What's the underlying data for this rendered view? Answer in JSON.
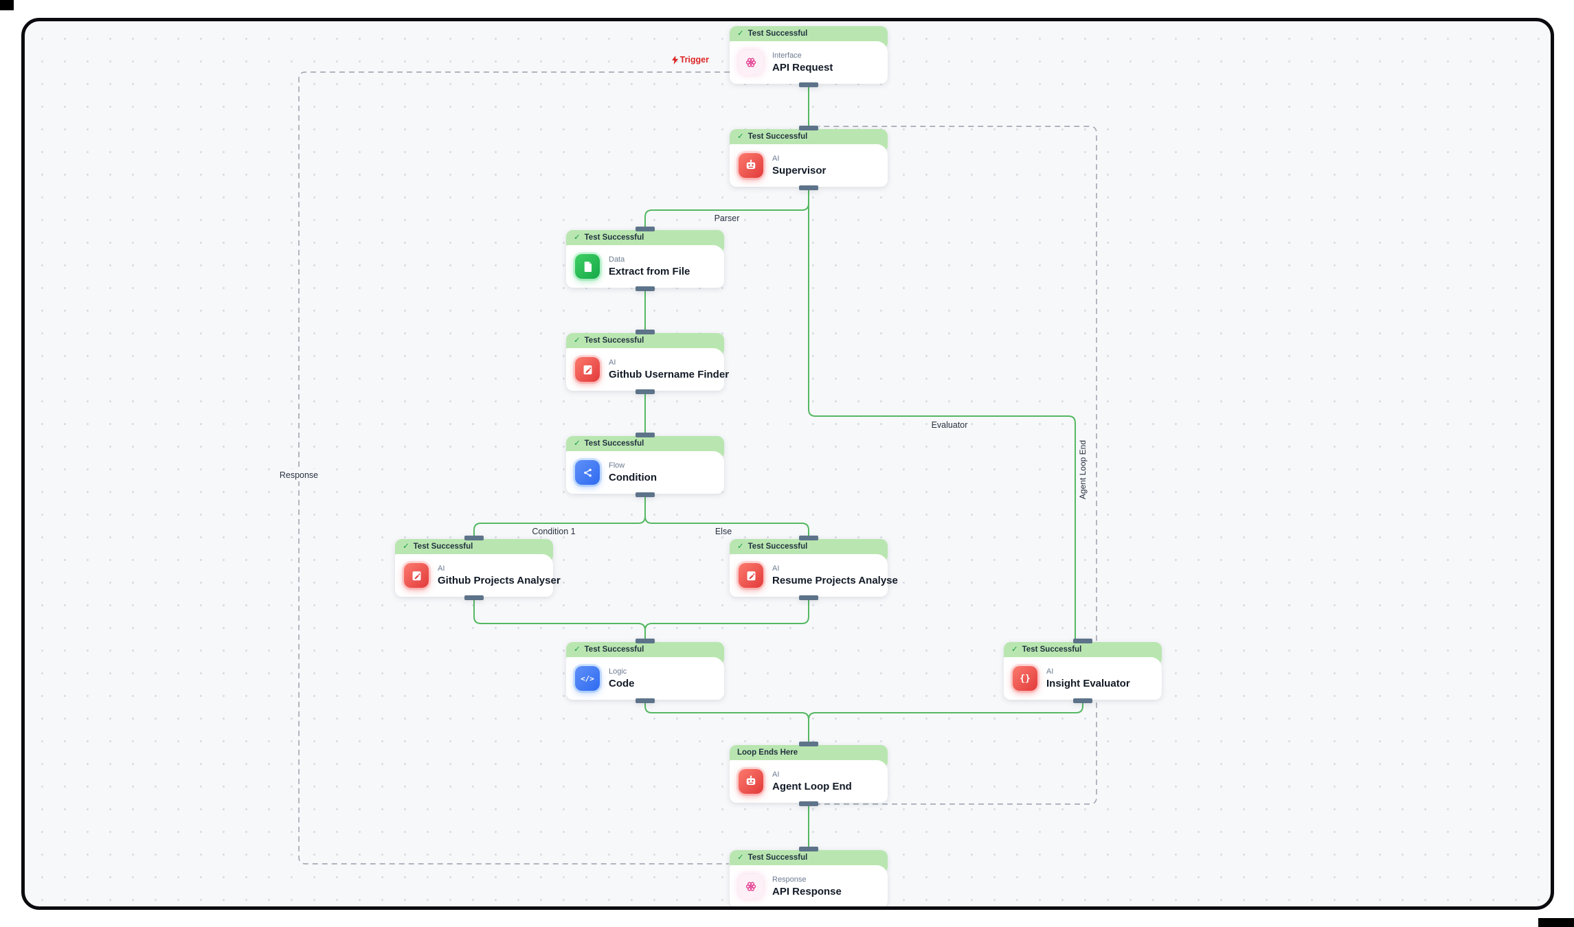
{
  "canvas": {
    "background": "#f7f8fa",
    "dot_color": "#d8dce3",
    "edge_color": "#54b862",
    "dashed_edge_color": "#a6abb5",
    "banner_color": "#b9e6b0",
    "handle_color": "#5d7389"
  },
  "edge_labels": {
    "trigger": "Trigger",
    "parser": "Parser",
    "evaluator": "Evaluator",
    "response": "Response",
    "agent_loop_end": "Agent Loop End",
    "condition_1": "Condition 1",
    "else": "Else"
  },
  "nodes": {
    "api_request": {
      "banner": "Test Successful",
      "check": "✓",
      "category": "Interface",
      "title": "API Request",
      "icon": "flower-icon",
      "accent": "#e0368c"
    },
    "supervisor": {
      "banner": "Test Successful",
      "check": "✓",
      "category": "AI",
      "title": "Supervisor",
      "icon": "robot-icon",
      "accent": "#e23a3a"
    },
    "extract_from_file": {
      "banner": "Test Successful",
      "check": "✓",
      "category": "Data",
      "title": "Extract from File",
      "icon": "file-icon",
      "accent": "#17a948"
    },
    "github_username_finder": {
      "banner": "Test Successful",
      "check": "✓",
      "category": "AI",
      "title": "Github Username Finder",
      "icon": "pencil-pad-icon",
      "accent": "#e23a3a"
    },
    "condition": {
      "banner": "Test Successful",
      "check": "✓",
      "category": "Flow",
      "title": "Condition",
      "icon": "branch-share-icon",
      "accent": "#2f6bf0"
    },
    "github_projects_analyser": {
      "banner": "Test Successful",
      "check": "✓",
      "category": "AI",
      "title": "Github Projects Analyser",
      "icon": "pencil-pad-icon",
      "accent": "#e23a3a"
    },
    "resume_projects_analyse": {
      "banner": "Test Successful",
      "check": "✓",
      "category": "AI",
      "title": "Resume Projects Analyse",
      "icon": "pencil-pad-icon",
      "accent": "#e23a3a"
    },
    "code": {
      "banner": "Test Successful",
      "check": "✓",
      "category": "Logic",
      "title": "Code",
      "icon": "code-icon",
      "accent": "#2f6bf0",
      "glyph": "</>"
    },
    "insight_evaluator": {
      "banner": "Test Successful",
      "check": "✓",
      "category": "AI",
      "title": "Insight Evaluator",
      "icon": "curly-braces-icon",
      "accent": "#e23a3a",
      "glyph": "{}"
    },
    "agent_loop_end": {
      "banner": "Loop Ends Here",
      "check": "",
      "category": "AI",
      "title": "Agent Loop End",
      "icon": "robot-icon",
      "accent": "#e23a3a"
    },
    "api_response": {
      "banner": "Test Successful",
      "check": "✓",
      "category": "Response",
      "title": "API Response",
      "icon": "flower-icon",
      "accent": "#e0368c"
    }
  }
}
